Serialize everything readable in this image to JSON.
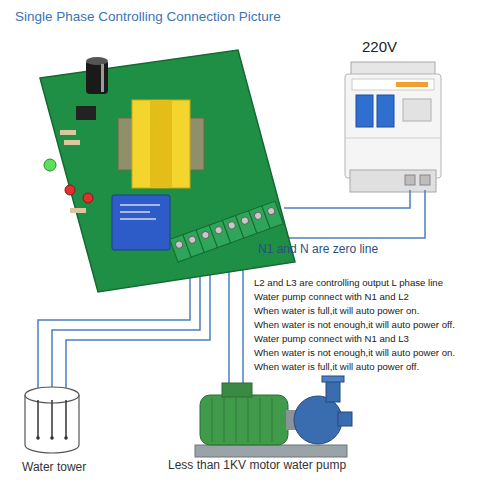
{
  "diagram": {
    "title": "Single Phase Controlling Connection Picture",
    "nodes": [
      {
        "text": [
          "220V"
        ]
      },
      {
        "text": [
          "Water tower"
        ]
      },
      {
        "text": [
          "Less than 1KV motor water pump"
        ]
      }
    ],
    "labels": [
      "N1 and N are zero line",
      "L2 and L3 are controlling output L phase line",
      "Water pump connect with N1 and L2",
      "When water is full,it will auto power on.",
      "When water is not enough,it will auto power off.",
      "Water pump connect with N1 and L3",
      "When water is not enough,it will auto power on.",
      "When water is full,it will auto power off."
    ]
  }
}
